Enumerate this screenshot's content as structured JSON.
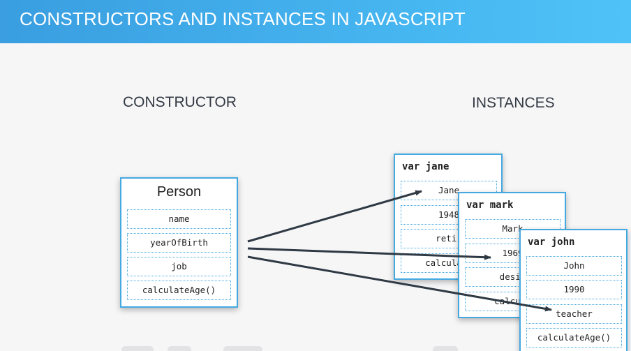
{
  "header": {
    "title": "CONSTRUCTORS AND INSTANCES IN JAVASCRIPT"
  },
  "headings": {
    "constructor": "CONSTRUCTOR",
    "instances": "INSTANCES"
  },
  "constructor": {
    "name": "Person",
    "fields": [
      "name",
      "yearOfBirth",
      "job",
      "calculateAge()"
    ]
  },
  "instances": [
    {
      "title": "var jane",
      "fields": [
        "Jane",
        "1948",
        "retir",
        "calculate"
      ]
    },
    {
      "title": "var mark",
      "fields": [
        "Mark",
        "1969",
        "desig",
        "calcula"
      ]
    },
    {
      "title": "var john",
      "fields": [
        "John",
        "1990",
        "teacher",
        "calculateAge()"
      ]
    }
  ],
  "colors": {
    "accent": "#45a9e1",
    "arrow": "#2f3944",
    "header": "#3a9ee0"
  }
}
